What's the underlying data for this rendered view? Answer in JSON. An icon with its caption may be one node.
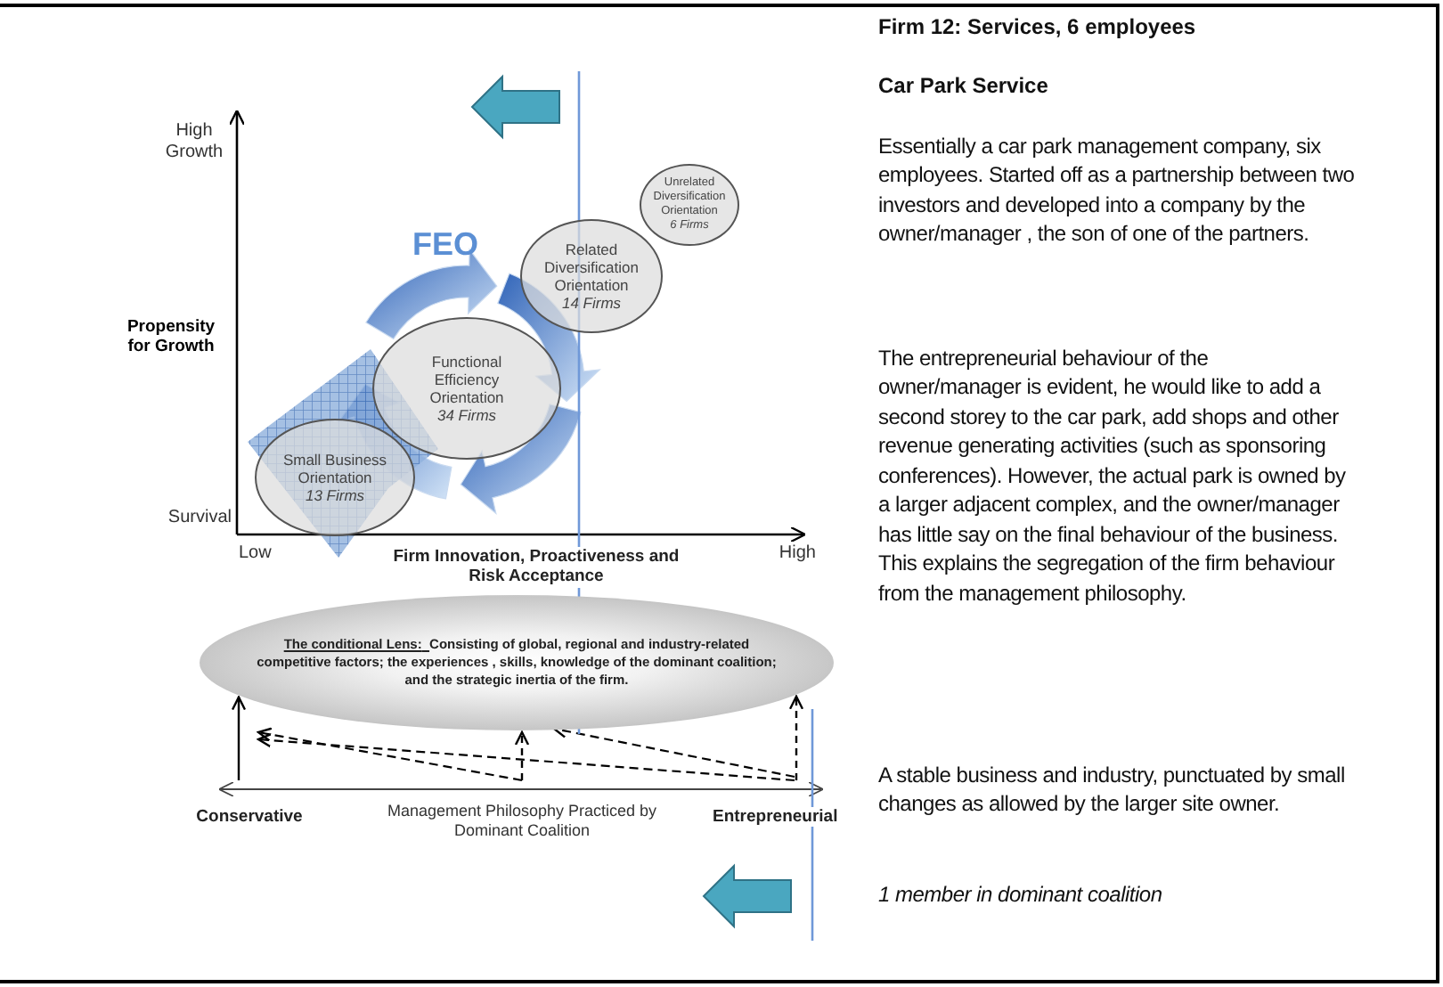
{
  "diagram": {
    "nodes": [
      {
        "text": [
          "Small Business Orientation",
          "13 Firms"
        ]
      },
      {
        "text": [
          "Functional Efficiency Orientation",
          "34 Firms"
        ]
      },
      {
        "text": [
          "Related Diversification Orientation",
          "14 Firms"
        ]
      },
      {
        "text": [
          "Unrelated Diversification Orientation",
          "6 Firms"
        ]
      },
      {
        "text": [
          "The conditional Lens:",
          "Consisting of global, regional and industry-related competitive factors;  the experiences , skills, knowledge of the dominant coalition; and the strategic inertia of the firm."
        ]
      }
    ],
    "edges": [
      {
        "from": null,
        "to": 4,
        "arrow": "to"
      },
      {
        "from": null,
        "to": 4,
        "arrow": "to",
        "style": "dashed"
      },
      {
        "from": null,
        "to": 4,
        "arrow": "to",
        "style": "dashed"
      }
    ],
    "labels": [
      "High Growth",
      "Propensity for Growth",
      "Survival",
      "Low",
      "Firm Innovation, Proactiveness and Risk Acceptance",
      "High",
      "FEO",
      "Conservative",
      "Management Philosophy Practiced by Dominant Coalition",
      "Entrepreneurial",
      "Firm 12:  Services, 6 employees",
      "Car Park Service",
      "Essentially a car park management company, six employees. Started off as a partnership between two investors and developed into a company by the owner/manager , the son of one of the partners.",
      "The entrepreneurial behaviour of the owner/manager is evident, he would like to add a second storey to the car park, add shops and other revenue generating activities (such as sponsoring conferences). However, the actual park is owned by a larger adjacent complex, and the owner/manager has little say on the final behaviour of the business. This explains the segregation of the firm behaviour from the management philosophy.",
      "A stable business and industry, punctuated by small changes as allowed by the larger site owner.",
      "1 member in dominant coalition"
    ]
  }
}
